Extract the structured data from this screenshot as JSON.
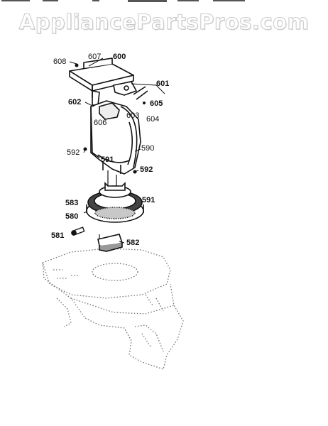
{
  "watermark": "AppliancePartsPros.com",
  "parts": {
    "p600": "600",
    "p601": "601",
    "p602": "602",
    "p603": "603",
    "p604": "604",
    "p605": "605",
    "p606": "606",
    "p607": "607",
    "p608": "608",
    "p590": "590",
    "p591a": "591",
    "p591b": "591",
    "p592a": "592",
    "p592b": "592",
    "p580": "580",
    "p581": "581",
    "p582": "582",
    "p583": "583"
  }
}
